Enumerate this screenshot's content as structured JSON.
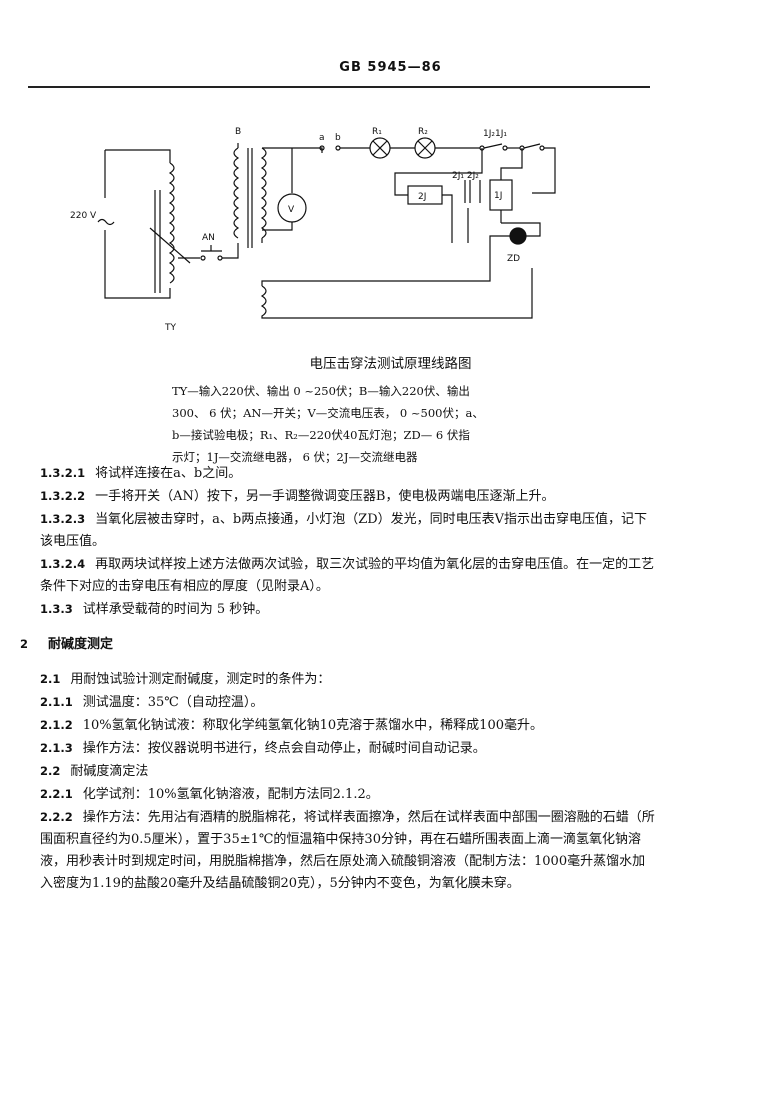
{
  "header": {
    "standard_no": "GB 5945—86"
  },
  "diagram": {
    "labels": {
      "B": "B",
      "a": "a",
      "b": "b",
      "R1": "R₁",
      "R2": "R₂",
      "relay_contacts_top": "1J₂1J₁",
      "relay_contacts_mid": "2J₁ 2J₂",
      "relay_2J": "2J",
      "relay_1J": "1J",
      "voltmeter": "V",
      "supply": "220 V",
      "switch": "AN",
      "lamp": "ZD",
      "regulator": "TY"
    }
  },
  "caption": "电压击穿法测试原理线路图",
  "legend": [
    "TY—输入220伏、输出 0 ~250伏；B—输入220伏、输出",
    "300、 6 伏；AN—开关；V—交流电压表， 0 ~500伏；a、",
    "b—接试验电极；R₁、R₂—220伏40瓦灯泡；ZD— 6 伏指",
    "示灯；1J—交流继电器， 6 伏；2J—交流继电器"
  ],
  "paragraphs": [
    {
      "num": "1.3.2.1",
      "text": "将试样连接在a、b之间。"
    },
    {
      "num": "1.3.2.2",
      "text": "一手将开关（AN）按下，另一手调整微调变压器B，使电极两端电压逐渐上升。"
    },
    {
      "num": "1.3.2.3",
      "text": "当氧化层被击穿时，a、b两点接通，小灯泡（ZD）发光，同时电压表V指示出击穿电压值，记下该电压值。"
    },
    {
      "num": "1.3.2.4",
      "text": "再取两块试样按上述方法做两次试验，取三次试验的平均值为氧化层的击穿电压值。在一定的工艺条件下对应的击穿电压有相应的厚度（见附录A）。"
    },
    {
      "num": "1.3.3",
      "text": "试样承受载荷的时间为 5 秒钟。"
    }
  ],
  "section2": {
    "num": "2",
    "title": "耐碱度测定"
  },
  "paragraphs2": [
    {
      "num": "2.1",
      "text": "用耐蚀试验计测定耐碱度，测定时的条件为："
    },
    {
      "num": "2.1.1",
      "text": "测试温度：35℃（自动控温）。"
    },
    {
      "num": "2.1.2",
      "text": "10%氢氧化钠试液：称取化学纯氢氧化钠10克溶于蒸馏水中，稀释成100毫升。"
    },
    {
      "num": "2.1.3",
      "text": "操作方法：按仪器说明书进行，终点会自动停止，耐碱时间自动记录。"
    },
    {
      "num": "2.2",
      "text": "耐碱度滴定法"
    },
    {
      "num": "2.2.1",
      "text": "化学试剂：10%氢氧化钠溶液，配制方法同2.1.2。"
    },
    {
      "num": "2.2.2",
      "text": "操作方法：先用沾有酒精的脱脂棉花，将试样表面擦净，然后在试样表面中部围一圈溶融的石蜡（所围面积直径约为0.5厘米），置于35±1℃的恒温箱中保持30分钟，再在石蜡所围表面上滴一滴氢氧化钠溶液，用秒表计时到规定时间，用脱脂棉揩净，然后在原处滴入硫酸铜溶液（配制方法：1000毫升蒸馏水加入密度为1.19的盐酸20毫升及结晶硫酸铜20克），5分钟内不变色，为氧化膜未穿。"
    }
  ]
}
